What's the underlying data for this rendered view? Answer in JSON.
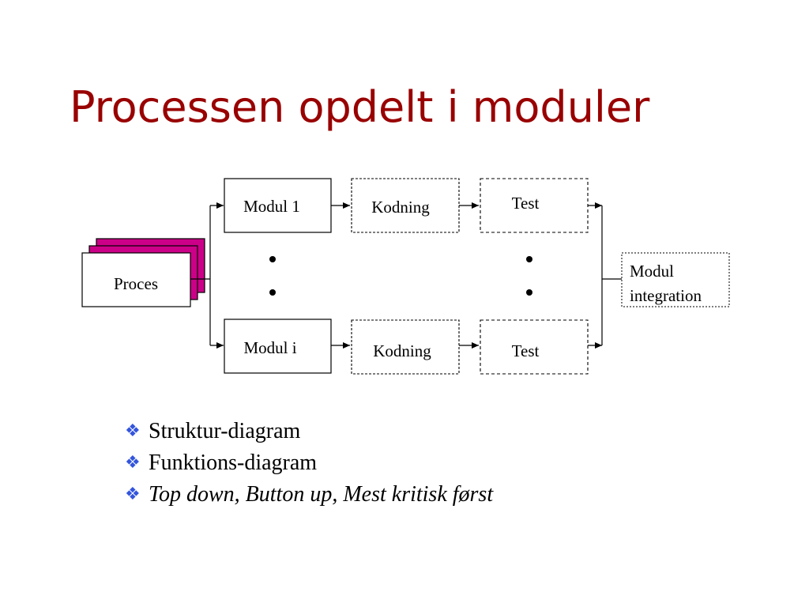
{
  "title": "Processen opdelt i moduler",
  "diagram": {
    "proces": "Proces",
    "modul_1": "Modul 1",
    "modul_i": "Modul i",
    "kodning_top": "Kodning",
    "kodning_bottom": "Kodning",
    "test_top": "Test",
    "test_bottom": "Test",
    "integration_line1": "Modul",
    "integration_line2": "integration",
    "accent_color": "#cc0088",
    "title_color": "#990000"
  },
  "bullets": [
    "Struktur-diagram",
    "Funktions-diagram",
    "Top down, Button up, Mest kritisk først"
  ],
  "bullet_icon": "four-diamond-bullet-icon"
}
